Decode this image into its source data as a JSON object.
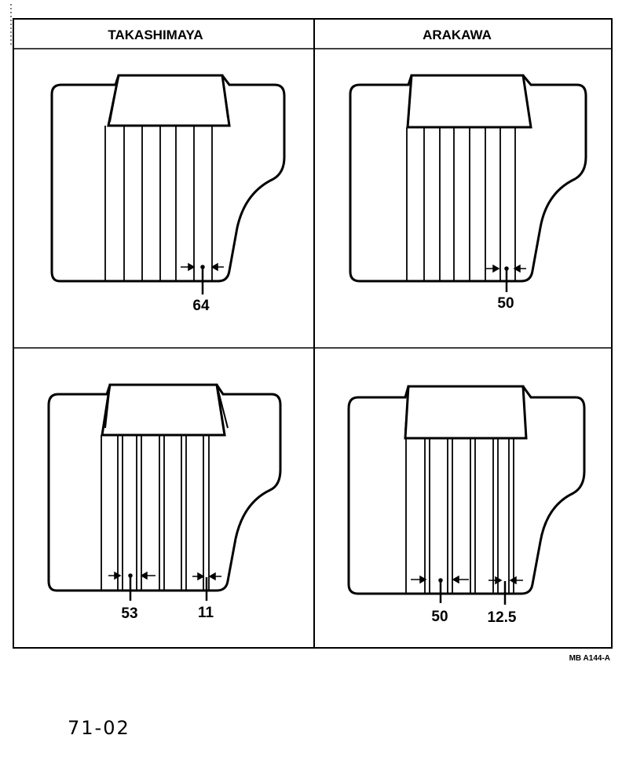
{
  "headers": {
    "left": "TAKASHIMAYA",
    "right": "ARAKAWA"
  },
  "panels": [
    {
      "id": "takashimaya-top",
      "dimensions": [
        "64"
      ]
    },
    {
      "id": "arakawa-top",
      "dimensions": [
        "50"
      ]
    },
    {
      "id": "takashimaya-bottom",
      "dimensions": [
        "53",
        "11"
      ]
    },
    {
      "id": "arakawa-bottom",
      "dimensions": [
        "50",
        "12.5"
      ]
    }
  ],
  "figure_ref": "MB A144-A",
  "handwritten_note": "71-02"
}
